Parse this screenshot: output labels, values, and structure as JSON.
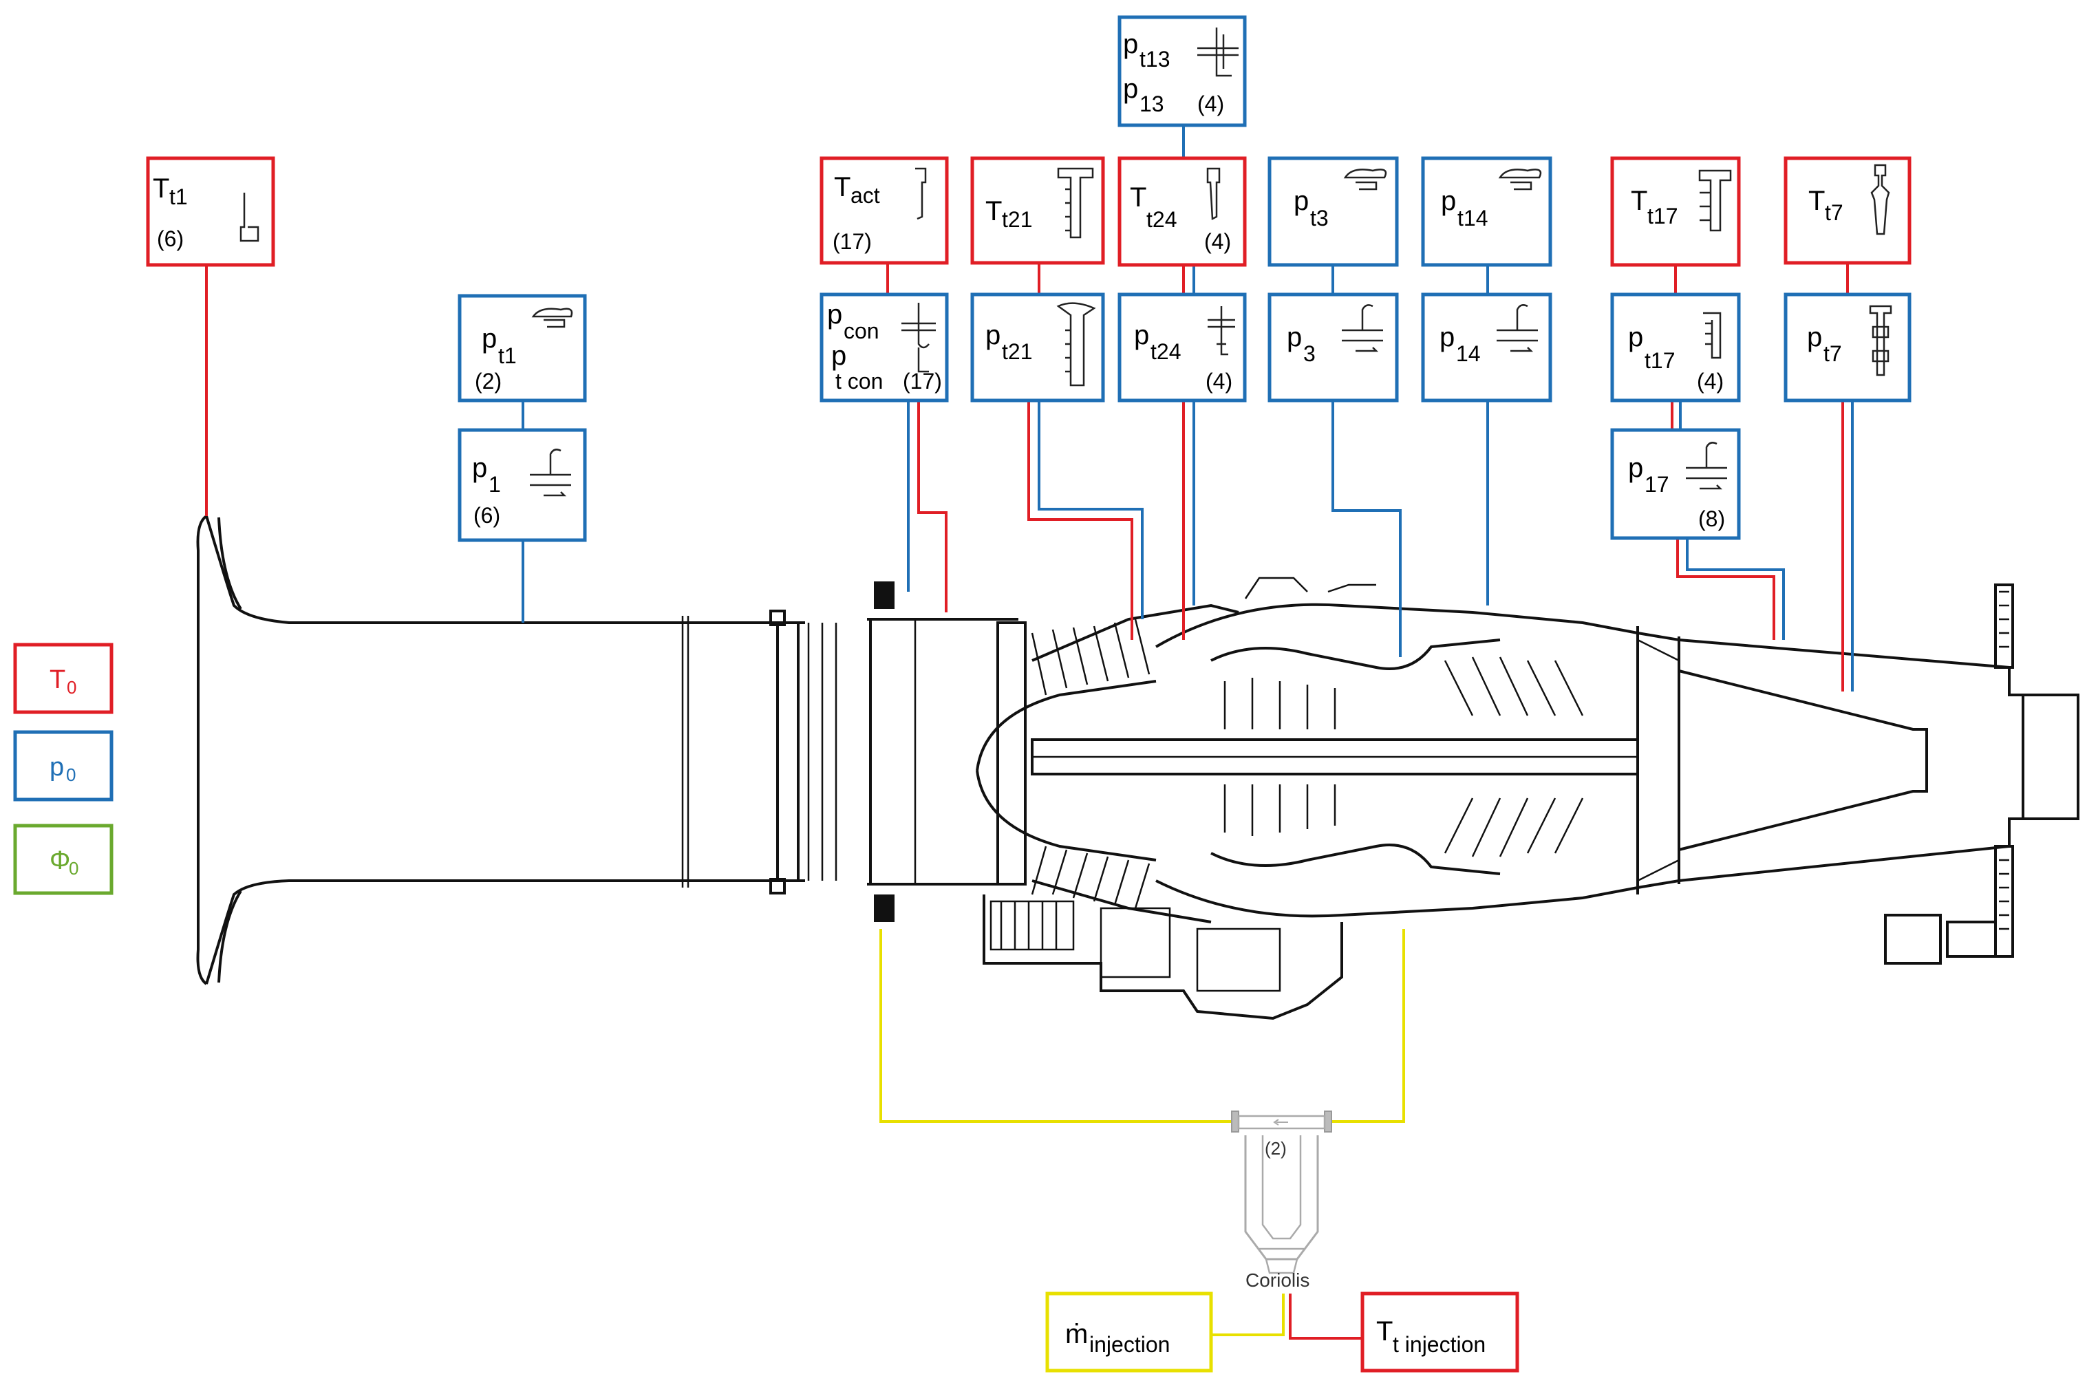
{
  "legend": [
    {
      "symbol": "T",
      "sub": "0",
      "color": "#e01e25"
    },
    {
      "symbol": "p",
      "sub": "0",
      "color": "#1f6fb5"
    },
    {
      "symbol": "Φ",
      "sub": "0",
      "color": "#6aa92e"
    }
  ],
  "sensors": {
    "Tt1": {
      "main": "T",
      "sub": "t1",
      "count": "(6)"
    },
    "pt1": {
      "main": "p",
      "sub": "t1",
      "count": "(2)"
    },
    "p1": {
      "main": "p",
      "sub": "1",
      "count": "(6)"
    },
    "Tact": {
      "main": "T",
      "sub": "act",
      "count": "(17)"
    },
    "pcon": {
      "main": "p",
      "sub": "con",
      "main2": "p",
      "sub2": "t con",
      "count": "(17)"
    },
    "Tt21": {
      "main": "T",
      "sub": "t21"
    },
    "pt21": {
      "main": "p",
      "sub": "t21"
    },
    "pt13": {
      "main": "p",
      "sub": "t13",
      "main2": "p",
      "sub2": "13",
      "count": "(4)"
    },
    "Tt24": {
      "main": "T",
      "sub": "t24",
      "count": "(4)"
    },
    "pt24": {
      "main": "p",
      "sub": "t24",
      "count": "(4)"
    },
    "pt3": {
      "main": "p",
      "sub": "t3"
    },
    "p3": {
      "main": "p",
      "sub": "3"
    },
    "pt14": {
      "main": "p",
      "sub": "t14"
    },
    "p14": {
      "main": "p",
      "sub": "14"
    },
    "Tt17": {
      "main": "T",
      "sub": "t17"
    },
    "pt17": {
      "main": "p",
      "sub": "t17",
      "count": "(4)"
    },
    "p17": {
      "main": "p",
      "sub": "17",
      "count": "(8)"
    },
    "Tt7": {
      "main": "T",
      "sub": "t7"
    },
    "pt7": {
      "main": "p",
      "sub": "t7"
    }
  },
  "coriolis": {
    "label": "Coriolis",
    "count": "(2)"
  },
  "injection": {
    "mdot": {
      "main": "ṁ",
      "sub": "injection"
    },
    "Tt": {
      "main": "T",
      "sub": "t injection"
    }
  },
  "colors": {
    "temperature": "#e01e25",
    "pressure": "#1f6fb5",
    "fuel": "#e8e000",
    "equivalence": "#6aa92e"
  }
}
